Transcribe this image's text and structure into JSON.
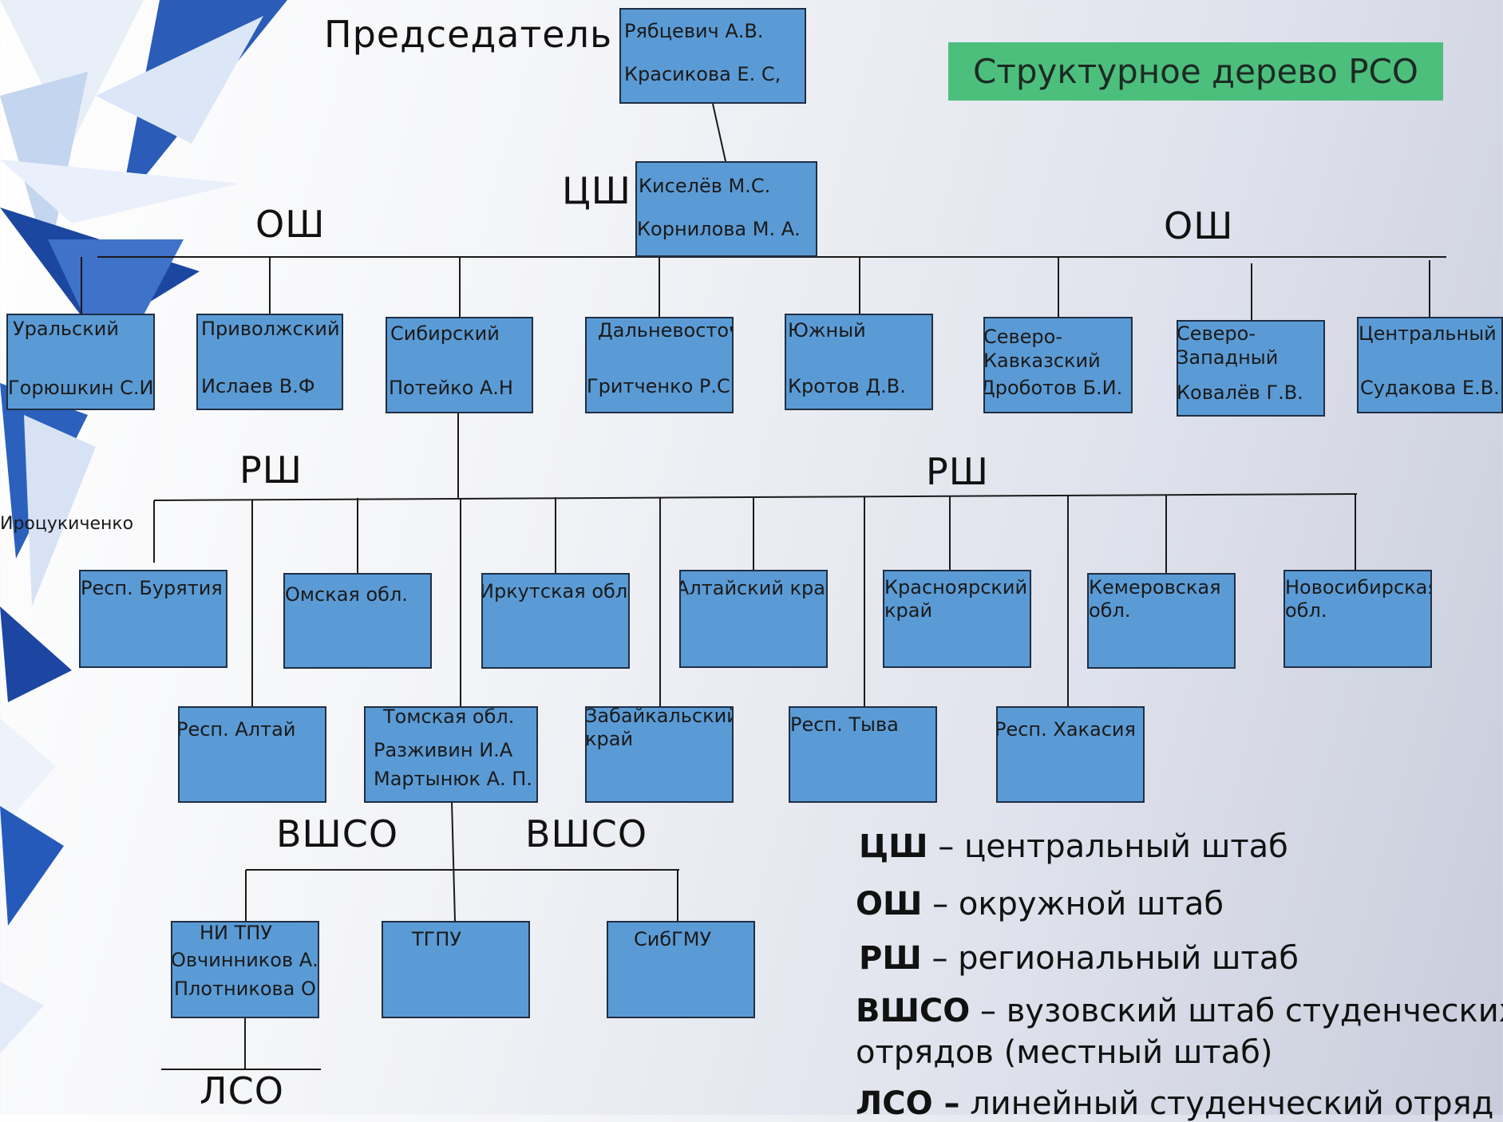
{
  "title": "Структурное дерево РСО",
  "labels": {
    "chairman": "Председатель",
    "central": "ЦШ",
    "district_left": "ОШ",
    "district_right": "ОШ",
    "regional_left": "РШ",
    "regional_right": "РШ",
    "university_left": "ВШСО",
    "university_right": "ВШСО",
    "linear": "ЛСО",
    "stray": "Ироцукиченко"
  },
  "chairman": {
    "line1": "Рябцевич А.В.",
    "line2": "Красикова Е. С,"
  },
  "central_hq": {
    "line1": "Киселёв  М.С.",
    "line2": "Корнилова М. А."
  },
  "districts": [
    {
      "name": "Уральский",
      "person": "Горюшкин С.И."
    },
    {
      "name": "Приволжский",
      "person": "Ислаев В.Ф"
    },
    {
      "name": "Сибирский",
      "person": "Потейко А.Н"
    },
    {
      "name": "Дальневосточный",
      "person": "Гритченко Р.С."
    },
    {
      "name": "Южный",
      "person": "Кротов Д.В."
    },
    {
      "name": "Северо-Кавказский",
      "person": "Дроботов Б.И."
    },
    {
      "name": "Северо-Западный",
      "person": "Ковалёв Г.В."
    },
    {
      "name": "Центральный",
      "person": "Судакова Е.В."
    }
  ],
  "regions_row1": [
    "Респ. Бурятия",
    "Омская обл.",
    "Иркутская обл.",
    "Алтайский край",
    "Красноярский край",
    "Кемеровская обл.",
    "Новосибирская обл."
  ],
  "regions_row2": [
    "Респ. Алтай",
    "Томская обл.",
    "Забайкальский край",
    "Респ. Тыва",
    "Респ. Хакасия"
  ],
  "tomsk_people": [
    "Разживин И.А",
    "Мартынюк А. П."
  ],
  "universities": [
    {
      "name": "НИ ТПУ",
      "people": [
        "Овчинников А.",
        "Плотникова О."
      ]
    },
    {
      "name": "ТГПУ",
      "people": []
    },
    {
      "name": "СибГМУ",
      "people": []
    }
  ],
  "legend": [
    {
      "abbr": "ЦШ",
      "text": " – центральный штаб"
    },
    {
      "abbr": "ОШ",
      "text": " – окружной штаб"
    },
    {
      "abbr": "РШ",
      "text": " – региональный штаб"
    },
    {
      "abbr": "ВШСО",
      "text": " – вузовский штаб студенческих"
    },
    {
      "abbr": "",
      "text": "отрядов (местный штаб)"
    },
    {
      "abbr": "ЛСО –",
      "text": " линейный студенческий отряд"
    }
  ],
  "colors": {
    "box_fill": "#5b9bd5",
    "title_fill": "#4cbf7c",
    "decor": "#1f4fa8"
  }
}
